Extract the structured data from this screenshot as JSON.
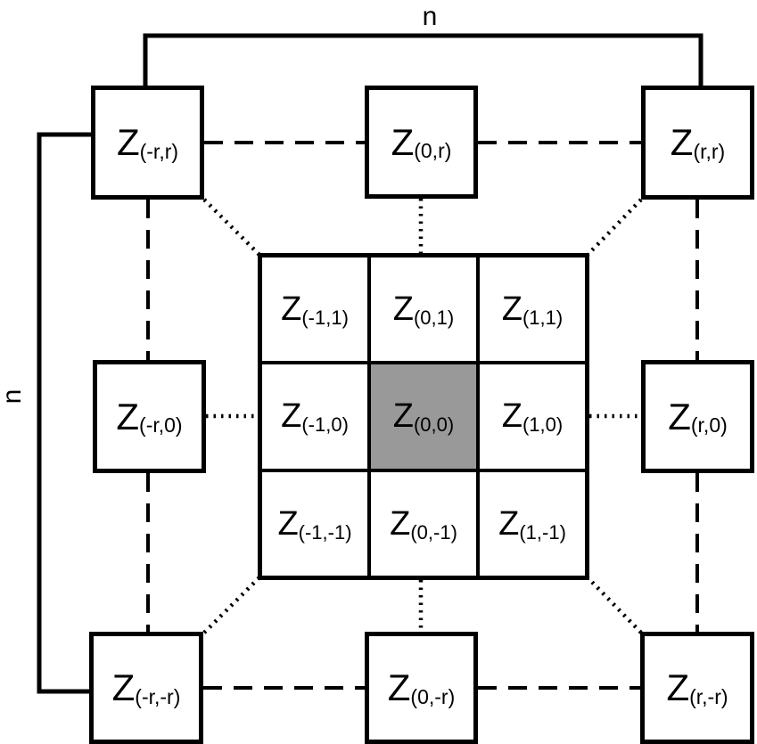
{
  "labels": {
    "n_top": "n",
    "n_left": "n"
  },
  "outer_cells": [
    {
      "main": "Z",
      "sub": "(-r,r)"
    },
    {
      "main": "Z",
      "sub": "(0,r)"
    },
    {
      "main": "Z",
      "sub": "(r,r)"
    },
    {
      "main": "Z",
      "sub": "(-r,0)"
    },
    {
      "main": "Z",
      "sub": "(r,0)"
    },
    {
      "main": "Z",
      "sub": "(-r,-r)"
    },
    {
      "main": "Z",
      "sub": "(0,-r)"
    },
    {
      "main": "Z",
      "sub": "(r,-r)"
    }
  ],
  "inner_cells": [
    {
      "main": "Z",
      "sub": "(-1,1)"
    },
    {
      "main": "Z",
      "sub": "(0,1)"
    },
    {
      "main": "Z",
      "sub": "(1,1)"
    },
    {
      "main": "Z",
      "sub": "(-1,0)"
    },
    {
      "main": "Z",
      "sub": "(0,0)"
    },
    {
      "main": "Z",
      "sub": "(1,0)"
    },
    {
      "main": "Z",
      "sub": "(-1,-1)"
    },
    {
      "main": "Z",
      "sub": "(0,-1)"
    },
    {
      "main": "Z",
      "sub": "(1,-1)"
    }
  ],
  "colors": {
    "line": "#000000",
    "center_cell_fill": "#999999",
    "background": "#ffffff"
  }
}
